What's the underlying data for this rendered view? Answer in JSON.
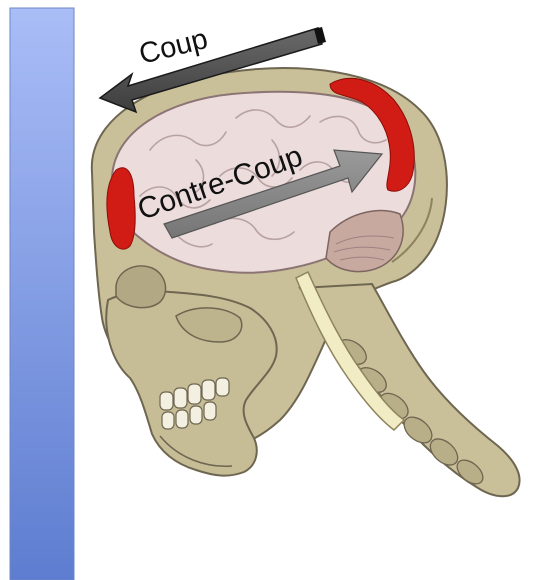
{
  "labels": {
    "coup": "Coup",
    "contre_coup": "Contre-Coup"
  },
  "colors": {
    "wall_top": "#a9bdf7",
    "wall_bottom": "#5e7dd0",
    "bone": "#c9c09a",
    "bone_shadow": "#a79d78",
    "brain": "#ecdcdc",
    "brain_fold": "#b9a2a2",
    "contusion": "#d01c14",
    "arrow_coup": "#4d4d4d",
    "arrow_contre_coup": "#878787",
    "spinal_cord": "#f1ecc4",
    "cerebellum": "#c7a9a0"
  },
  "icons": {
    "wall": "impact-wall",
    "skull": "skull-lateral",
    "brain": "brain-lateral",
    "coup_arrow": "arrow-left",
    "contre_coup_arrow": "arrow-right"
  }
}
